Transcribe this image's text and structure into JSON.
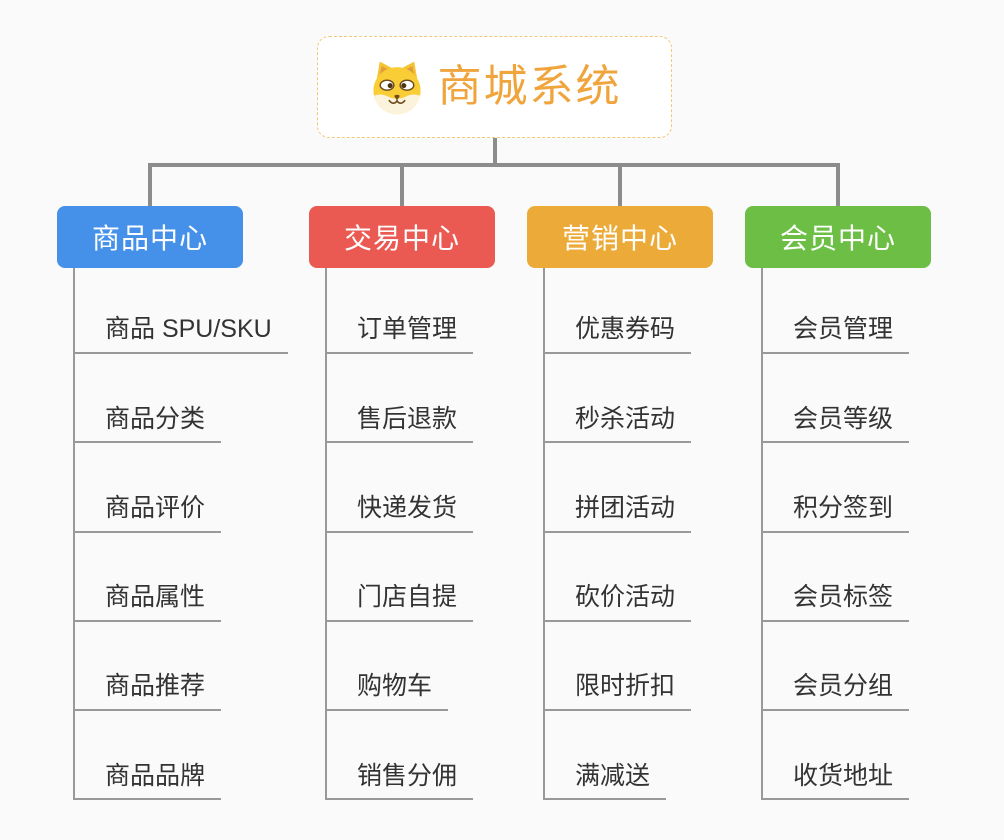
{
  "page": {
    "background": "#fafafa",
    "connector_color": "#8c8c8c",
    "branch_line_color": "#999999",
    "leaf_text_color": "#333333"
  },
  "root": {
    "title": "商城系统",
    "icon": "doge-icon",
    "title_color": "#f0a43c",
    "border_color": "#f3c779"
  },
  "branches": [
    {
      "label": "商品中心",
      "color": "#4591ea",
      "items": [
        "商品 SPU/SKU",
        "商品分类",
        "商品评价",
        "商品属性",
        "商品推荐",
        "商品品牌"
      ]
    },
    {
      "label": "交易中心",
      "color": "#ea5a52",
      "items": [
        "订单管理",
        "售后退款",
        "快递发货",
        "门店自提",
        "购物车",
        "销售分佣"
      ]
    },
    {
      "label": "营销中心",
      "color": "#ecab39",
      "items": [
        "优惠券码",
        "秒杀活动",
        "拼团活动",
        "砍价活动",
        "限时折扣",
        "满减送"
      ]
    },
    {
      "label": "会员中心",
      "color": "#6cbf44",
      "items": [
        "会员管理",
        "会员等级",
        "积分签到",
        "会员标签",
        "会员分组",
        "收货地址"
      ]
    }
  ]
}
